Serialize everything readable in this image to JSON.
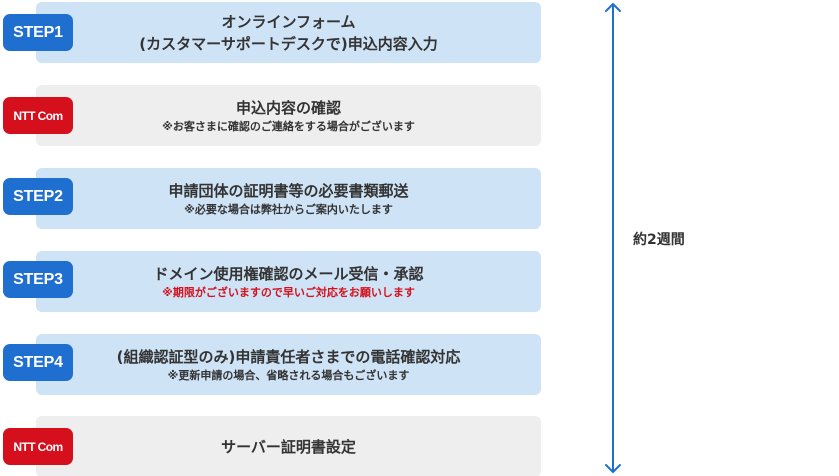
{
  "steps": [
    {
      "badge": "STEP1",
      "type": "step",
      "title": "オンラインフォーム",
      "title2": "(カスタマーサポートデスクで)申込内容入力",
      "note": "",
      "note_red": false
    },
    {
      "badge": "NTT Com",
      "type": "ntt",
      "title": "申込内容の確認",
      "title2": "",
      "note": "※お客さまに確認のご連絡をする場合がございます",
      "note_red": false
    },
    {
      "badge": "STEP2",
      "type": "step",
      "title": "申請団体の証明書等の必要書類郵送",
      "title2": "",
      "note": "※必要な場合は弊社からご案内いたします",
      "note_red": false
    },
    {
      "badge": "STEP3",
      "type": "step",
      "title": "ドメイン使用権確認のメール受信・承認",
      "title2": "",
      "note": "※期限がございますので早いご対応をお願いします",
      "note_red": true
    },
    {
      "badge": "STEP4",
      "type": "step",
      "title": "(組織認証型のみ)申請責任者さまでの電話確認対応",
      "title2": "",
      "note": "※更新申請の場合、省略される場合もございます",
      "note_red": false
    },
    {
      "badge": "NTT Com",
      "type": "ntt",
      "title": "サーバー証明書設定",
      "title2": "",
      "note": "",
      "note_red": false
    }
  ],
  "duration_label": "約2週間",
  "colors": {
    "step_badge": "#1f6fd0",
    "ntt_badge": "#d5101c",
    "arrow": "#1f6fd0",
    "step_row": "#cfe3f6",
    "ntt_row": "#eeeeee"
  }
}
